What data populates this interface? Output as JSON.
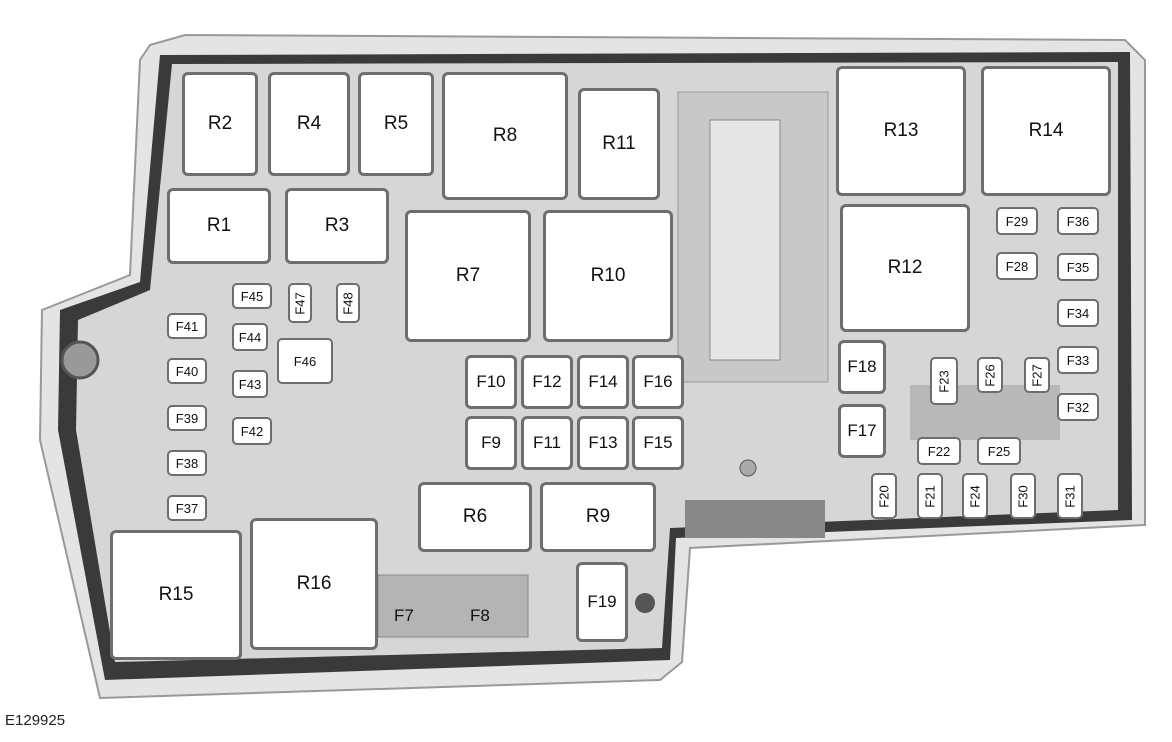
{
  "diagram_code": "E129925",
  "relays": [
    "R1",
    "R2",
    "R3",
    "R4",
    "R5",
    "R6",
    "R7",
    "R8",
    "R9",
    "R10",
    "R11",
    "R12",
    "R13",
    "R14",
    "R15",
    "R16"
  ],
  "fuses": {
    "F7": "F7",
    "F8": "F8",
    "F9": "F9",
    "F10": "F10",
    "F11": "F11",
    "F12": "F12",
    "F13": "F13",
    "F14": "F14",
    "F15": "F15",
    "F16": "F16",
    "F17": "F17",
    "F18": "F18",
    "F19": "F19",
    "F20": "F20",
    "F21": "F21",
    "F22": "F22",
    "F23": "F23",
    "F24": "F24",
    "F25": "F25",
    "F26": "F26",
    "F27": "F27",
    "F28": "F28",
    "F29": "F29",
    "F30": "F30",
    "F31": "F31",
    "F32": "F32",
    "F33": "F33",
    "F34": "F34",
    "F35": "F35",
    "F36": "F36",
    "F37": "F37",
    "F38": "F38",
    "F39": "F39",
    "F40": "F40",
    "F41": "F41",
    "F42": "F42",
    "F43": "F43",
    "F44": "F44",
    "F45": "F45",
    "F46": "F46",
    "F47": "F47",
    "F48": "F48"
  }
}
